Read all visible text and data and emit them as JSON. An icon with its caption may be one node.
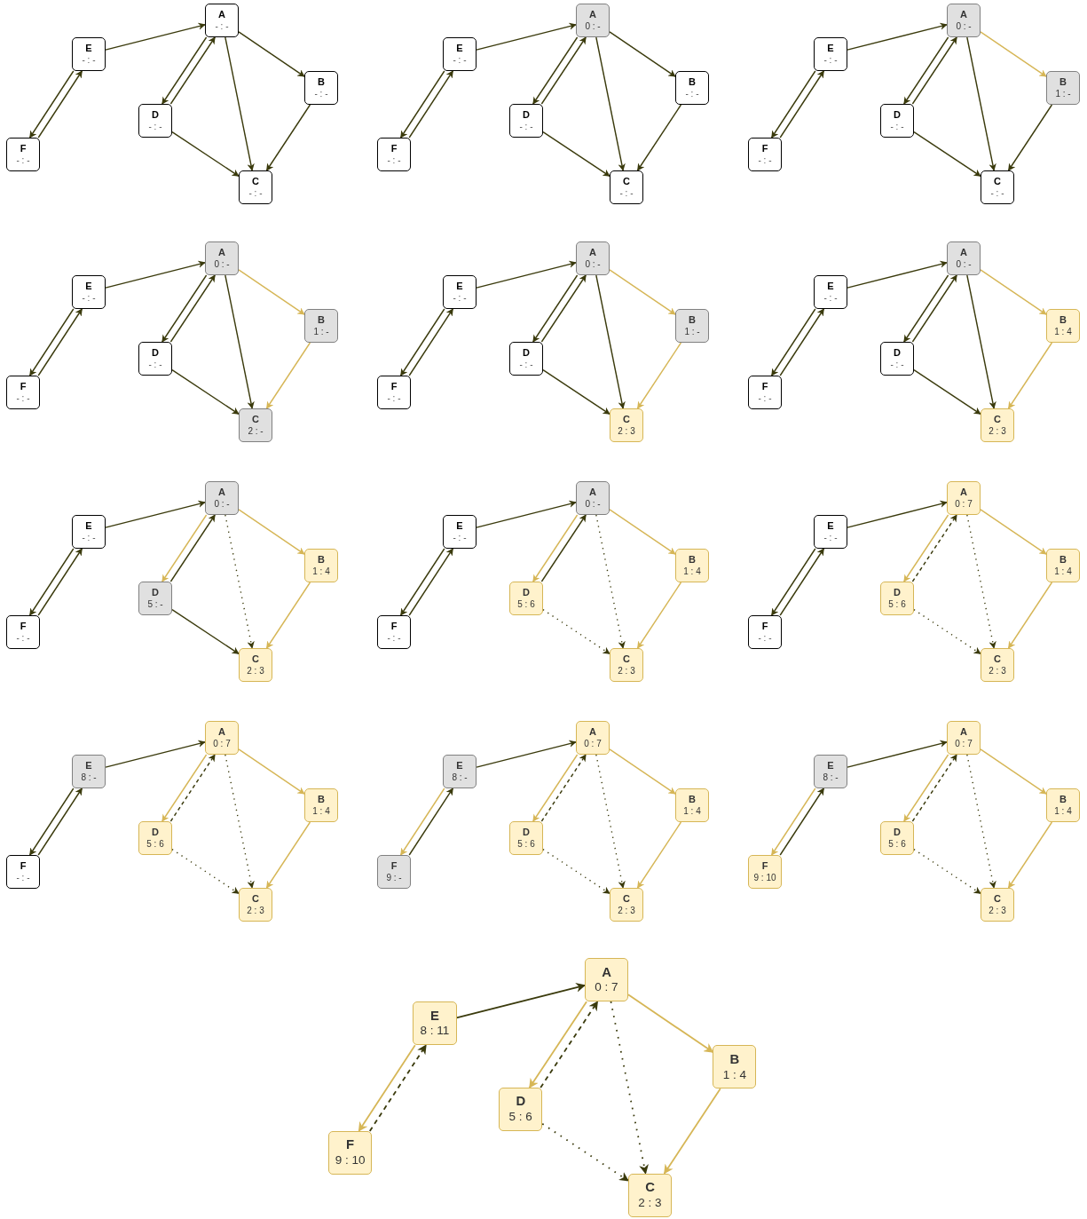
{
  "diagram": {
    "nodes": [
      {
        "text": [
          "A",
          "- : -"
        ]
      },
      {
        "text": [
          "E",
          "- : -"
        ]
      },
      {
        "text": [
          "B",
          "- : -"
        ]
      },
      {
        "text": [
          "D",
          "- : -"
        ]
      },
      {
        "text": [
          "F",
          "- : -"
        ]
      },
      {
        "text": [
          "C",
          "- : -"
        ]
      },
      {
        "text": [
          "A",
          "0 : -"
        ]
      },
      {
        "text": [
          "E",
          "- : -"
        ]
      },
      {
        "text": [
          "B",
          "- : -"
        ]
      },
      {
        "text": [
          "D",
          "- : -"
        ]
      },
      {
        "text": [
          "F",
          "- : -"
        ]
      },
      {
        "text": [
          "C",
          "- : -"
        ]
      },
      {
        "text": [
          "A",
          "0 : -"
        ]
      },
      {
        "text": [
          "E",
          "- : -"
        ]
      },
      {
        "text": [
          "B",
          "1 : -"
        ]
      },
      {
        "text": [
          "D",
          "- : -"
        ]
      },
      {
        "text": [
          "F",
          "- : -"
        ]
      },
      {
        "text": [
          "C",
          "- : -"
        ]
      },
      {
        "text": [
          "A",
          "0 : -"
        ]
      },
      {
        "text": [
          "E",
          "- : -"
        ]
      },
      {
        "text": [
          "B",
          "1 : -"
        ]
      },
      {
        "text": [
          "D",
          "- : -"
        ]
      },
      {
        "text": [
          "F",
          "- : -"
        ]
      },
      {
        "text": [
          "C",
          "2 : -"
        ]
      },
      {
        "text": [
          "A",
          "0 : -"
        ]
      },
      {
        "text": [
          "E",
          "- : -"
        ]
      },
      {
        "text": [
          "B",
          "1 : -"
        ]
      },
      {
        "text": [
          "D",
          "- : -"
        ]
      },
      {
        "text": [
          "F",
          "- : -"
        ]
      },
      {
        "text": [
          "C",
          "2 : 3"
        ]
      },
      {
        "text": [
          "A",
          "0 : -"
        ]
      },
      {
        "text": [
          "E",
          "- : -"
        ]
      },
      {
        "text": [
          "B",
          "1 : 4"
        ]
      },
      {
        "text": [
          "D",
          "- : -"
        ]
      },
      {
        "text": [
          "F",
          "- : -"
        ]
      },
      {
        "text": [
          "C",
          "2 : 3"
        ]
      },
      {
        "text": [
          "A",
          "0 : -"
        ]
      },
      {
        "text": [
          "E",
          "- : -"
        ]
      },
      {
        "text": [
          "B",
          "1 : 4"
        ]
      },
      {
        "text": [
          "D",
          "5 : -"
        ]
      },
      {
        "text": [
          "F",
          "- : -"
        ]
      },
      {
        "text": [
          "C",
          "2 : 3"
        ]
      },
      {
        "text": [
          "A",
          "0 : -"
        ]
      },
      {
        "text": [
          "E",
          "- : -"
        ]
      },
      {
        "text": [
          "B",
          "1 : 4"
        ]
      },
      {
        "text": [
          "D",
          "5 : 6"
        ]
      },
      {
        "text": [
          "F",
          "- : -"
        ]
      },
      {
        "text": [
          "C",
          "2 : 3"
        ]
      },
      {
        "text": [
          "A",
          "0 : 7"
        ]
      },
      {
        "text": [
          "E",
          "- : -"
        ]
      },
      {
        "text": [
          "B",
          "1 : 4"
        ]
      },
      {
        "text": [
          "D",
          "5 : 6"
        ]
      },
      {
        "text": [
          "F",
          "- : -"
        ]
      },
      {
        "text": [
          "C",
          "2 : 3"
        ]
      },
      {
        "text": [
          "A",
          "0 : 7"
        ]
      },
      {
        "text": [
          "E",
          "8 : -"
        ]
      },
      {
        "text": [
          "B",
          "1 : 4"
        ]
      },
      {
        "text": [
          "D",
          "5 : 6"
        ]
      },
      {
        "text": [
          "F",
          "- : -"
        ]
      },
      {
        "text": [
          "C",
          "2 : 3"
        ]
      },
      {
        "text": [
          "A",
          "0 : 7"
        ]
      },
      {
        "text": [
          "E",
          "8 : -"
        ]
      },
      {
        "text": [
          "B",
          "1 : 4"
        ]
      },
      {
        "text": [
          "D",
          "5 : 6"
        ]
      },
      {
        "text": [
          "F",
          "9 : -"
        ]
      },
      {
        "text": [
          "C",
          "2 : 3"
        ]
      },
      {
        "text": [
          "A",
          "0 : 7"
        ]
      },
      {
        "text": [
          "E",
          "8 : -"
        ]
      },
      {
        "text": [
          "B",
          "1 : 4"
        ]
      },
      {
        "text": [
          "D",
          "5 : 6"
        ]
      },
      {
        "text": [
          "F",
          "9 : 10"
        ]
      },
      {
        "text": [
          "C",
          "2 : 3"
        ]
      },
      {
        "text": [
          "A",
          "0 : 7"
        ]
      },
      {
        "text": [
          "E",
          "8 : 11"
        ]
      },
      {
        "text": [
          "B",
          "1 : 4"
        ]
      },
      {
        "text": [
          "D",
          "5 : 6"
        ]
      },
      {
        "text": [
          "F",
          "9 : 10"
        ]
      },
      {
        "text": [
          "C",
          "2 : 3"
        ]
      }
    ],
    "edges": [
      {
        "from": 1,
        "to": 0,
        "arrow": "to"
      },
      {
        "from": 0,
        "to": 3,
        "arrow": "to"
      },
      {
        "from": 3,
        "to": 0,
        "arrow": "to"
      },
      {
        "from": 0,
        "to": 2,
        "arrow": "to"
      },
      {
        "from": 0,
        "to": 5,
        "arrow": "to"
      },
      {
        "from": 2,
        "to": 5,
        "arrow": "to"
      },
      {
        "from": 3,
        "to": 5,
        "arrow": "to"
      },
      {
        "from": 1,
        "to": 4,
        "arrow": "to"
      },
      {
        "from": 4,
        "to": 1,
        "arrow": "to"
      },
      {
        "from": 7,
        "to": 6,
        "arrow": "to"
      },
      {
        "from": 6,
        "to": 9,
        "arrow": "to"
      },
      {
        "from": 9,
        "to": 6,
        "arrow": "to"
      },
      {
        "from": 6,
        "to": 8,
        "arrow": "to"
      },
      {
        "from": 6,
        "to": 11,
        "arrow": "to"
      },
      {
        "from": 8,
        "to": 11,
        "arrow": "to"
      },
      {
        "from": 9,
        "to": 11,
        "arrow": "to"
      },
      {
        "from": 7,
        "to": 10,
        "arrow": "to"
      },
      {
        "from": 10,
        "to": 7,
        "arrow": "to"
      },
      {
        "from": 13,
        "to": 12,
        "arrow": "to"
      },
      {
        "from": 12,
        "to": 15,
        "arrow": "to"
      },
      {
        "from": 15,
        "to": 12,
        "arrow": "to"
      },
      {
        "from": 12,
        "to": 14,
        "arrow": "to",
        "color": "#d6b656"
      },
      {
        "from": 12,
        "to": 17,
        "arrow": "to"
      },
      {
        "from": 14,
        "to": 17,
        "arrow": "to"
      },
      {
        "from": 15,
        "to": 17,
        "arrow": "to"
      },
      {
        "from": 13,
        "to": 16,
        "arrow": "to"
      },
      {
        "from": 16,
        "to": 13,
        "arrow": "to"
      },
      {
        "from": 19,
        "to": 18,
        "arrow": "to"
      },
      {
        "from": 18,
        "to": 21,
        "arrow": "to"
      },
      {
        "from": 21,
        "to": 18,
        "arrow": "to"
      },
      {
        "from": 18,
        "to": 20,
        "arrow": "to",
        "color": "#d6b656"
      },
      {
        "from": 18,
        "to": 23,
        "arrow": "to"
      },
      {
        "from": 20,
        "to": 23,
        "arrow": "to",
        "color": "#d6b656"
      },
      {
        "from": 21,
        "to": 23,
        "arrow": "to"
      },
      {
        "from": 19,
        "to": 22,
        "arrow": "to"
      },
      {
        "from": 22,
        "to": 19,
        "arrow": "to"
      },
      {
        "from": 25,
        "to": 24,
        "arrow": "to"
      },
      {
        "from": 24,
        "to": 27,
        "arrow": "to"
      },
      {
        "from": 27,
        "to": 24,
        "arrow": "to"
      },
      {
        "from": 24,
        "to": 26,
        "arrow": "to",
        "color": "#d6b656"
      },
      {
        "from": 24,
        "to": 29,
        "arrow": "to"
      },
      {
        "from": 26,
        "to": 29,
        "arrow": "to",
        "color": "#d6b656"
      },
      {
        "from": 27,
        "to": 29,
        "arrow": "to"
      },
      {
        "from": 25,
        "to": 28,
        "arrow": "to"
      },
      {
        "from": 28,
        "to": 25,
        "arrow": "to"
      },
      {
        "from": 31,
        "to": 30,
        "arrow": "to"
      },
      {
        "from": 30,
        "to": 33,
        "arrow": "to"
      },
      {
        "from": 33,
        "to": 30,
        "arrow": "to"
      },
      {
        "from": 30,
        "to": 32,
        "arrow": "to",
        "color": "#d6b656"
      },
      {
        "from": 30,
        "to": 35,
        "arrow": "to"
      },
      {
        "from": 32,
        "to": 35,
        "arrow": "to",
        "color": "#d6b656"
      },
      {
        "from": 33,
        "to": 35,
        "arrow": "to"
      },
      {
        "from": 31,
        "to": 34,
        "arrow": "to"
      },
      {
        "from": 34,
        "to": 31,
        "arrow": "to"
      },
      {
        "from": 37,
        "to": 36,
        "arrow": "to"
      },
      {
        "from": 36,
        "to": 39,
        "arrow": "to",
        "color": "#d6b656"
      },
      {
        "from": 39,
        "to": 36,
        "arrow": "to"
      },
      {
        "from": 36,
        "to": 38,
        "arrow": "to",
        "color": "#d6b656"
      },
      {
        "from": 36,
        "to": 41,
        "arrow": "to",
        "style": "dashed"
      },
      {
        "from": 38,
        "to": 41,
        "arrow": "to",
        "color": "#d6b656"
      },
      {
        "from": 39,
        "to": 41,
        "arrow": "to"
      },
      {
        "from": 37,
        "to": 40,
        "arrow": "to"
      },
      {
        "from": 40,
        "to": 37,
        "arrow": "to"
      },
      {
        "from": 43,
        "to": 42,
        "arrow": "to"
      },
      {
        "from": 42,
        "to": 45,
        "arrow": "to",
        "color": "#d6b656"
      },
      {
        "from": 45,
        "to": 42,
        "arrow": "to"
      },
      {
        "from": 42,
        "to": 44,
        "arrow": "to",
        "color": "#d6b656"
      },
      {
        "from": 42,
        "to": 47,
        "arrow": "to",
        "style": "dashed"
      },
      {
        "from": 44,
        "to": 47,
        "arrow": "to",
        "color": "#d6b656"
      },
      {
        "from": 45,
        "to": 47,
        "arrow": "to",
        "style": "dashed"
      },
      {
        "from": 43,
        "to": 46,
        "arrow": "to"
      },
      {
        "from": 46,
        "to": 43,
        "arrow": "to"
      },
      {
        "from": 49,
        "to": 48,
        "arrow": "to"
      },
      {
        "from": 48,
        "to": 51,
        "arrow": "to",
        "color": "#d6b656"
      },
      {
        "from": 51,
        "to": 48,
        "arrow": "to",
        "style": "dashed"
      },
      {
        "from": 48,
        "to": 50,
        "arrow": "to",
        "color": "#d6b656"
      },
      {
        "from": 48,
        "to": 53,
        "arrow": "to",
        "style": "dashed"
      },
      {
        "from": 50,
        "to": 53,
        "arrow": "to",
        "color": "#d6b656"
      },
      {
        "from": 51,
        "to": 53,
        "arrow": "to",
        "style": "dashed"
      },
      {
        "from": 49,
        "to": 52,
        "arrow": "to"
      },
      {
        "from": 52,
        "to": 49,
        "arrow": "to"
      },
      {
        "from": 55,
        "to": 54,
        "arrow": "to"
      },
      {
        "from": 54,
        "to": 57,
        "arrow": "to",
        "color": "#d6b656"
      },
      {
        "from": 57,
        "to": 54,
        "arrow": "to",
        "style": "dashed"
      },
      {
        "from": 54,
        "to": 56,
        "arrow": "to",
        "color": "#d6b656"
      },
      {
        "from": 54,
        "to": 59,
        "arrow": "to",
        "style": "dashed"
      },
      {
        "from": 56,
        "to": 59,
        "arrow": "to",
        "color": "#d6b656"
      },
      {
        "from": 57,
        "to": 59,
        "arrow": "to",
        "style": "dashed"
      },
      {
        "from": 55,
        "to": 58,
        "arrow": "to"
      },
      {
        "from": 58,
        "to": 55,
        "arrow": "to"
      },
      {
        "from": 61,
        "to": 60,
        "arrow": "to"
      },
      {
        "from": 60,
        "to": 63,
        "arrow": "to",
        "color": "#d6b656"
      },
      {
        "from": 63,
        "to": 60,
        "arrow": "to",
        "style": "dashed"
      },
      {
        "from": 60,
        "to": 62,
        "arrow": "to",
        "color": "#d6b656"
      },
      {
        "from": 60,
        "to": 65,
        "arrow": "to",
        "style": "dashed"
      },
      {
        "from": 62,
        "to": 65,
        "arrow": "to",
        "color": "#d6b656"
      },
      {
        "from": 63,
        "to": 65,
        "arrow": "to",
        "style": "dashed"
      },
      {
        "from": 61,
        "to": 64,
        "arrow": "to",
        "color": "#d6b656"
      },
      {
        "from": 64,
        "to": 61,
        "arrow": "to"
      },
      {
        "from": 67,
        "to": 66,
        "arrow": "to"
      },
      {
        "from": 66,
        "to": 69,
        "arrow": "to",
        "color": "#d6b656"
      },
      {
        "from": 69,
        "to": 66,
        "arrow": "to",
        "style": "dashed"
      },
      {
        "from": 66,
        "to": 68,
        "arrow": "to",
        "color": "#d6b656"
      },
      {
        "from": 66,
        "to": 71,
        "arrow": "to",
        "style": "dashed"
      },
      {
        "from": 68,
        "to": 71,
        "arrow": "to",
        "color": "#d6b656"
      },
      {
        "from": 69,
        "to": 71,
        "arrow": "to",
        "style": "dashed"
      },
      {
        "from": 67,
        "to": 70,
        "arrow": "to",
        "color": "#d6b656"
      },
      {
        "from": 70,
        "to": 67,
        "arrow": "to"
      },
      {
        "from": 73,
        "to": 72,
        "arrow": "to"
      },
      {
        "from": 72,
        "to": 75,
        "arrow": "to",
        "color": "#d6b656"
      },
      {
        "from": 75,
        "to": 72,
        "arrow": "to",
        "style": "dashed"
      },
      {
        "from": 72,
        "to": 74,
        "arrow": "to",
        "color": "#d6b656"
      },
      {
        "from": 72,
        "to": 77,
        "arrow": "to",
        "style": "dashed"
      },
      {
        "from": 74,
        "to": 77,
        "arrow": "to",
        "color": "#d6b656"
      },
      {
        "from": 75,
        "to": 77,
        "arrow": "to",
        "style": "dashed"
      },
      {
        "from": 73,
        "to": 76,
        "arrow": "to",
        "color": "#d6b656"
      },
      {
        "from": 76,
        "to": 73,
        "arrow": "to",
        "style": "dashed"
      }
    ]
  }
}
